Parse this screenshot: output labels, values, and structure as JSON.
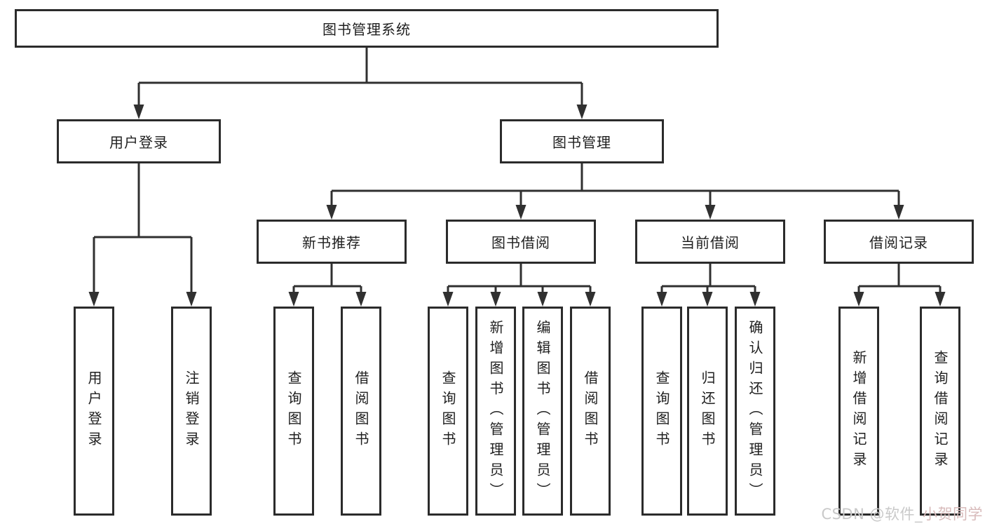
{
  "diagram": {
    "root": {
      "label": "图书管理系统"
    },
    "level2": {
      "user_login": {
        "label": "用户登录"
      },
      "book_management": {
        "label": "图书管理"
      }
    },
    "level3": {
      "new_book_recommend": {
        "label": "新书推荐"
      },
      "book_borrow": {
        "label": "图书借阅"
      },
      "current_borrow": {
        "label": "当前借阅"
      },
      "borrow_records": {
        "label": "借阅记录"
      }
    },
    "leaves": {
      "user_login": "用户登录",
      "logout": "注销登录",
      "nb_query_books": "查询图书",
      "nb_borrow_books": "借阅图书",
      "bb_query_books": "查询图书",
      "bb_add_books_admin": "新增图书（管理员）",
      "bb_edit_books_admin": "编辑图书（管理员）",
      "bb_borrow_books": "借阅图书",
      "cb_query_books": "查询图书",
      "cb_return_books": "归还图书",
      "cb_confirm_return_admin": "确认归还（管理员）",
      "br_add_record": "新增借阅记录",
      "br_query_record": "查询借阅记录"
    }
  },
  "watermark": {
    "prefix": "CSDN @软件_",
    "suffix": "小贺同学",
    "prefix_color": "#c9c9c9",
    "suffix_color": "#d8bbbb"
  },
  "colors": {
    "line": "#303030",
    "box_border": "#2b2b2b",
    "text": "#1f1f1f",
    "background": "#ffffff"
  }
}
